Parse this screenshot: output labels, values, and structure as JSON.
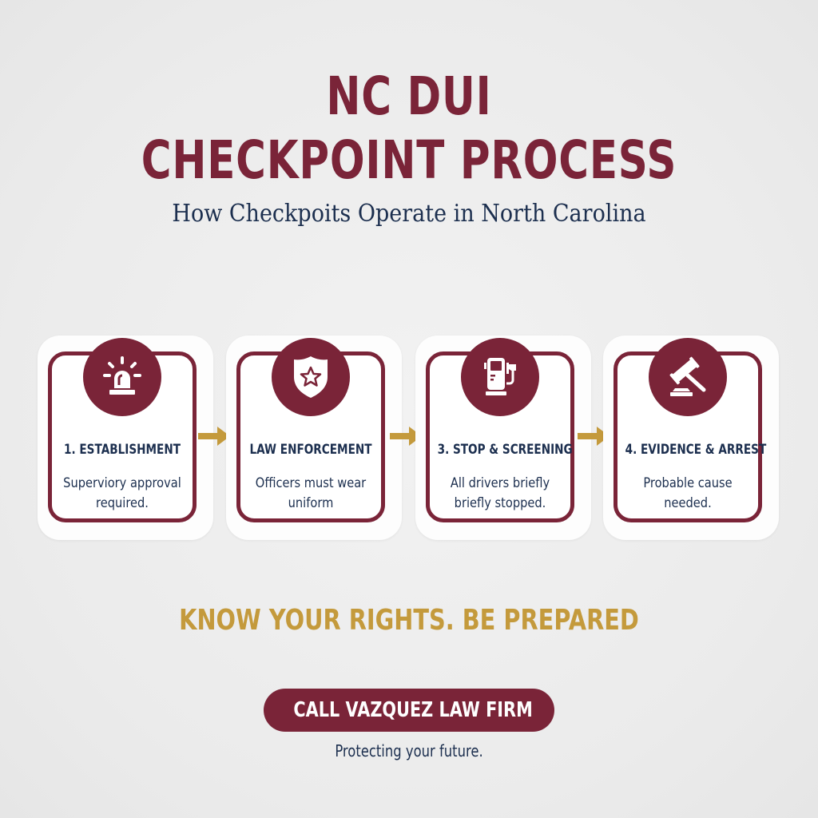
{
  "header": {
    "title_line1": "NC DUI",
    "title_line2": "CHECKPOINT PROCESS",
    "subtitle": "How Checkpoits Operate in North Carolina"
  },
  "steps": [
    {
      "title": "1. ESTABLISHMENT",
      "description": "Superviory approval required.",
      "icon": "siren-light-icon"
    },
    {
      "title": "LAW ENFORCEMENT",
      "description": "Officers must wear uniform",
      "icon": "police-badge-star-icon"
    },
    {
      "title": "3. STOP & SCREENING",
      "description": "All drivers briefly briefly stopped.",
      "icon": "breathalyzer-icon"
    },
    {
      "title": "4. EVIDENCE & ARREST",
      "description": "Probable cause needed.",
      "icon": "gavel-icon"
    }
  ],
  "tagline": "KNOW YOUR RIGHTS. BE PREPARED",
  "cta": {
    "label": "CALL VAZQUEZ LAW FIRM"
  },
  "footer": "Protecting your future.",
  "colors": {
    "maroon": "#7a2438",
    "navy": "#1c2f4f",
    "gold": "#c49a3c",
    "background": "#ececec"
  }
}
